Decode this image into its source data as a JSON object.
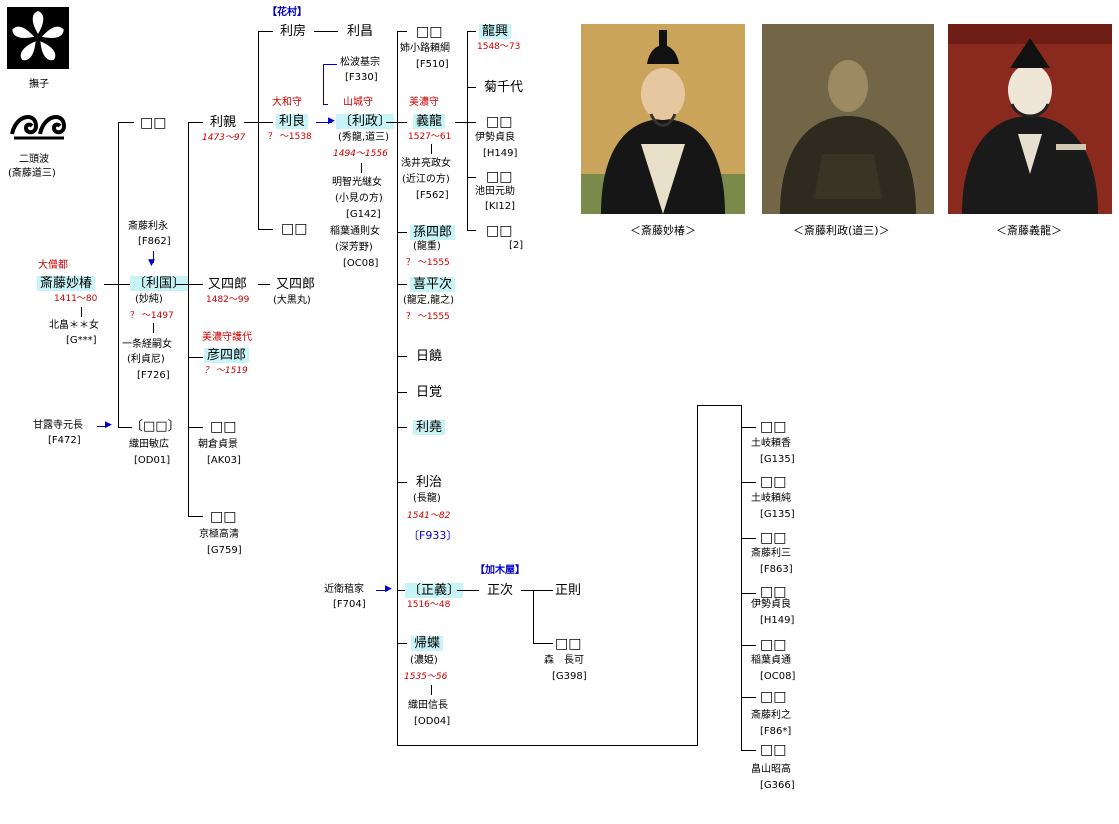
{
  "crests": {
    "crest1_label": "撫子",
    "crest2_label": "二頭波",
    "crest2_sub": "(斎藤道三)"
  },
  "labels": {
    "hanamura": "【花村】",
    "kagiya": "【加木屋】",
    "daisozu": "大僧都",
    "yamato": "大和守",
    "yamashiro": "山城守",
    "mino": "美濃守",
    "mino_shugodai": "美濃守護代"
  },
  "people": {
    "myochin": {
      "name": "斎藤妙椿",
      "dates": "1411～80"
    },
    "kitabatake": {
      "name": "北畠＊＊女",
      "ref": "[G***]"
    },
    "kanroji": {
      "name": "甘露寺元長",
      "ref": "[F472]"
    },
    "top_unk": {
      "name": "□□"
    },
    "toshinaga": {
      "name": "斎藤利永",
      "ref": "[F862]"
    },
    "toshikuni": {
      "name": "〔利国〕",
      "sub": "(妙純)",
      "dates": "？ ～1497"
    },
    "ichijo": {
      "name": "一条経嗣女",
      "sub": "(利貞尼)",
      "ref": "[F726]"
    },
    "unk_oda": {
      "name": "〔□□〕"
    },
    "oda_toshihiro": {
      "name": "織田敏広",
      "ref": "[OD01]"
    },
    "toshichika": {
      "name": "利親",
      "dates": "1473～97"
    },
    "matashiro": {
      "name": "又四郎",
      "dates": "1482～99"
    },
    "matashiro2": {
      "name": "又四郎",
      "sub": "(大黒丸)"
    },
    "hikoshiro": {
      "name": "彦四郎",
      "dates": "？ ～1519"
    },
    "asakura_unk": {
      "name": "□□",
      "sub": "朝倉貞景",
      "ref": "[AK03]"
    },
    "kyogoku_unk": {
      "name": "□□",
      "sub": "京極高清",
      "ref": "[G759]"
    },
    "tosifusa": {
      "name": "利房"
    },
    "tosimasa_hana": {
      "name": "利昌"
    },
    "toshinaga2": {
      "name": "利良",
      "dates": "？ ～1538"
    },
    "mid_unk": {
      "name": "□□"
    },
    "matsunami": {
      "name": "松波基宗",
      "ref": "[F330]"
    },
    "dosan": {
      "name": "〔利政〕",
      "sub": "(秀龍,道三)",
      "dates": "1494～1556"
    },
    "akechi": {
      "name": "明智光継女",
      "sub": "(小見の方)",
      "ref": "[G142]"
    },
    "inaba": {
      "name": "稲葉通則女",
      "sub": "(深芳野)",
      "ref": "[OC08]"
    },
    "anekoji_unk": {
      "name": "□□",
      "sub": "姉小路頼綱",
      "ref": "[F510]"
    },
    "yoshitatsu": {
      "name": "義龍",
      "dates": "1527～61"
    },
    "asai": {
      "name": "浅井亮政女",
      "sub": "(近江の方)",
      "ref": "[F562]"
    },
    "magoshiro": {
      "name": "孫四郎",
      "sub": "(龍重)",
      "dates": "？ ～1555"
    },
    "kiheiji": {
      "name": "喜平次",
      "sub": "(龍定,龍之)",
      "dates": "？ ～1555"
    },
    "nikki": {
      "name": "日饒"
    },
    "nikkaku": {
      "name": "日覚"
    },
    "toshitaka": {
      "name": "利堯"
    },
    "toshiharu": {
      "name": "利治",
      "sub": "(長龍)",
      "dates": "1541～82",
      "ref": "〔F933〕"
    },
    "konoe": {
      "name": "近衛稙家",
      "ref": "[F704]"
    },
    "masayoshi": {
      "name": "〔正義〕",
      "dates": "1516～48"
    },
    "masatsugu": {
      "name": "正次"
    },
    "masanori": {
      "name": "正則"
    },
    "mori_unk": {
      "name": "□□",
      "sub": "森　長可",
      "ref": "[G398]"
    },
    "kicho": {
      "name": "帰蝶",
      "sub": "(濃姫)",
      "dates": "1535～56"
    },
    "oda_nobunaga": {
      "name": "織田信長",
      "ref": "[OD04]"
    },
    "tatsuoki": {
      "name": "龍興",
      "dates": "1548～73"
    },
    "kikuchiyo": {
      "name": "菊千代"
    },
    "ise_unk": {
      "name": "□□",
      "sub": "伊勢貞良",
      "ref": "[H149]"
    },
    "ikeda_unk": {
      "name": "□□",
      "sub": "池田元助",
      "ref": "[KI12]"
    },
    "unk2": {
      "name": "□□",
      "ref": "[2]"
    },
    "toki1": {
      "name": "□□",
      "sub": "土岐頼香",
      "ref": "[G135]"
    },
    "toki2": {
      "name": "□□",
      "sub": "土岐頼純",
      "ref": "[G135]"
    },
    "saito_toshimitsu": {
      "name": "□□",
      "sub": "斎藤利三",
      "ref": "[F863]"
    },
    "ise2": {
      "name": "□□",
      "sub": "伊勢貞良",
      "ref": "[H149]"
    },
    "inaba2": {
      "name": "□□",
      "sub": "稲葉貞通",
      "ref": "[OC08]"
    },
    "saito_toshiyuki": {
      "name": "□□",
      "sub": "斎藤利之",
      "ref": "[F86*]"
    },
    "hatakeyama": {
      "name": "□□",
      "sub": "畠山昭高",
      "ref": "[G366]"
    }
  },
  "portraits": [
    {
      "caption": "＜斎藤妙椿＞"
    },
    {
      "caption": "＜斎藤利政(道三)＞"
    },
    {
      "caption": "＜斎藤義龍＞"
    }
  ]
}
